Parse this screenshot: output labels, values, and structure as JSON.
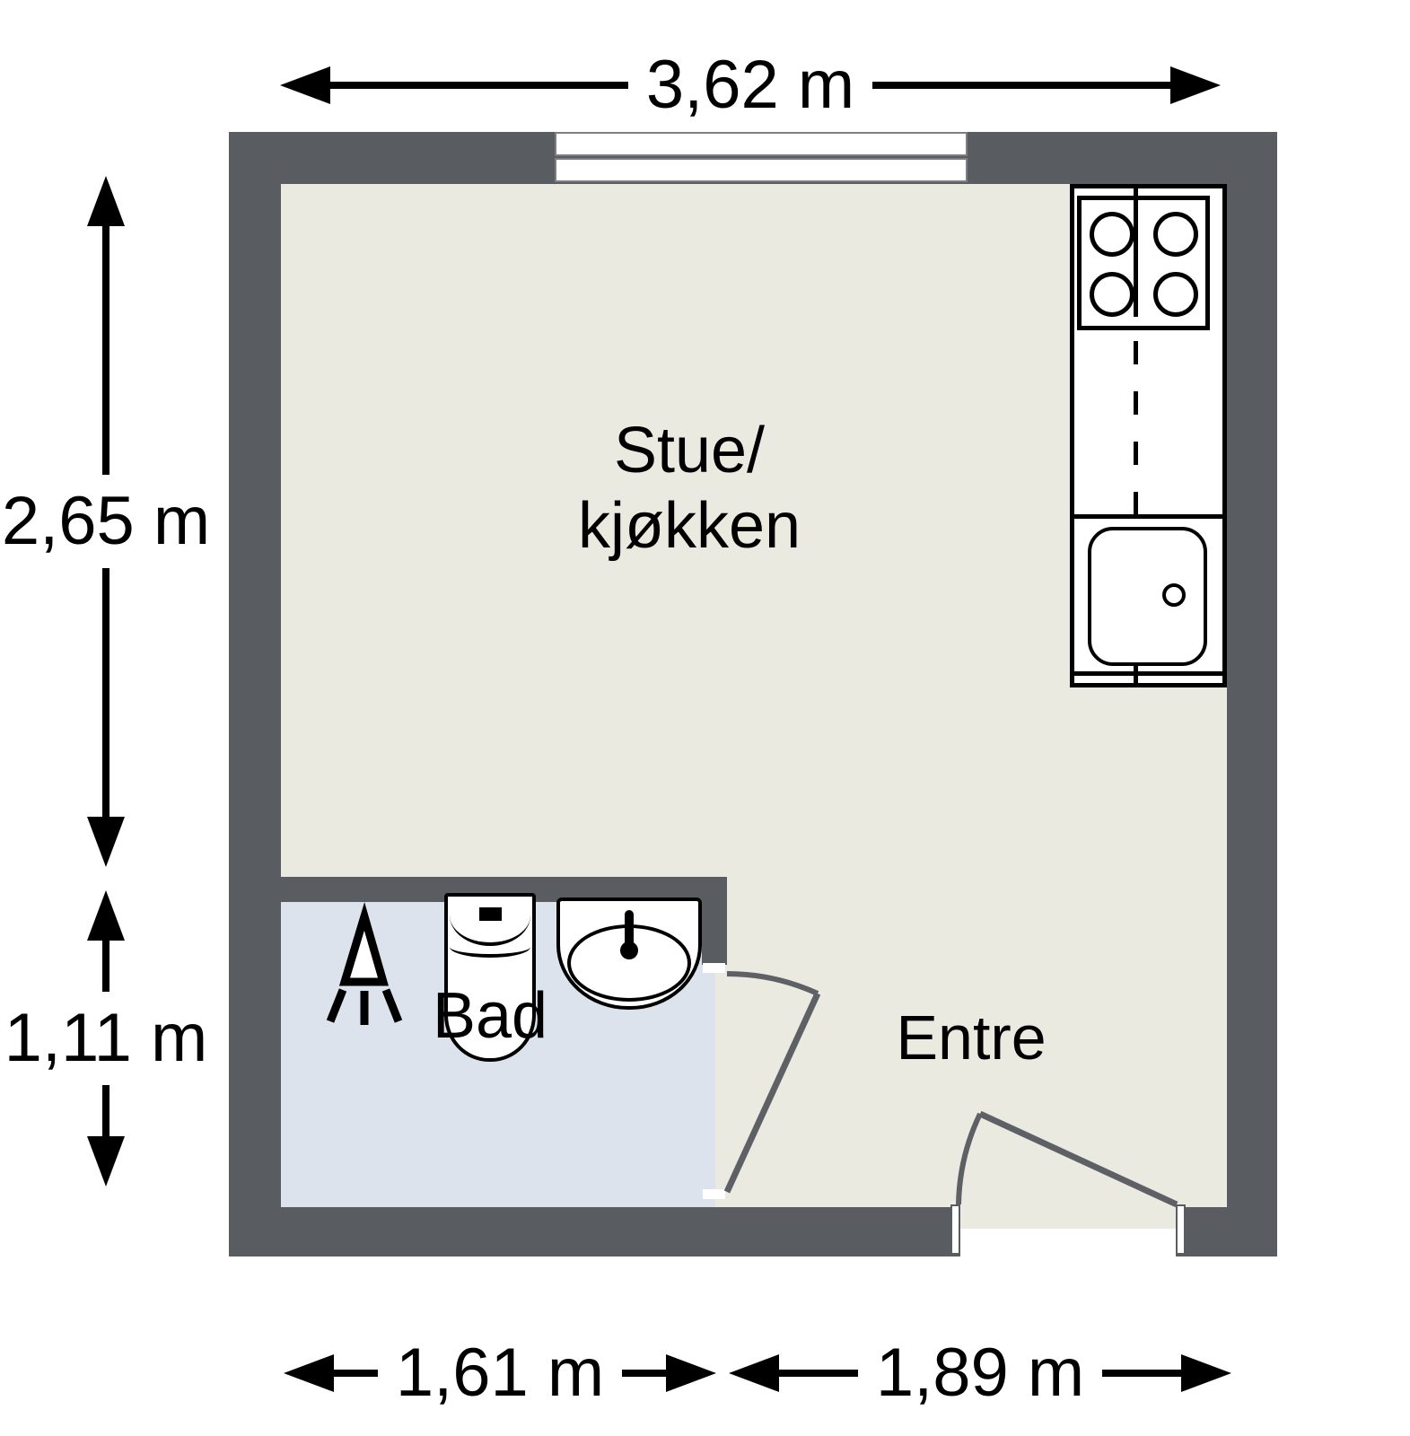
{
  "dimensions": {
    "total_width": "3,62 m",
    "upper_height": "2,65 m",
    "lower_height": "1,11 m",
    "bathroom_width": "1,61 m",
    "entry_width": "1,89 m"
  },
  "rooms": {
    "living_kitchen_line1": "Stue/",
    "living_kitchen_line2": "kjøkken",
    "bathroom": "Bad",
    "entry": "Entre"
  },
  "icons": {
    "window": "window-icon",
    "cooktop": "cooktop-icon",
    "burners": "burner-icon",
    "kitchen_sink": "kitchen-sink-icon",
    "drain": "drain-icon",
    "toilet": "toilet-icon",
    "washbasin": "washbasin-icon",
    "shower": "shower-icon",
    "doors": "door-swing-icon",
    "dimension_arrows": "dimension-arrow-icon"
  },
  "colors": {
    "wall": "#595d61",
    "floor": "#eaeae1",
    "bathroom_floor": "#dce3ed",
    "line": "#000000",
    "door": "#5d6165"
  }
}
